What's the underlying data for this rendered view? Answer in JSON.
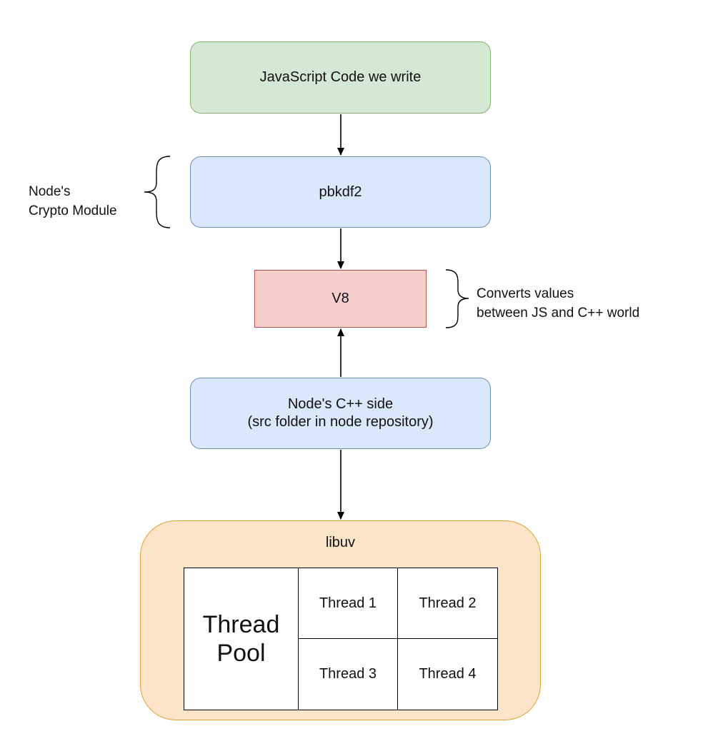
{
  "nodes": {
    "js_code": "JavaScript Code we write",
    "pbkdf2": "pbkdf2",
    "v8": "V8",
    "cpp_side_line1": "Node's C++ side",
    "cpp_side_line2": "(src folder in node repository)",
    "libuv": "libuv"
  },
  "thread_pool": {
    "label": "Thread\nPool",
    "threads": [
      "Thread 1",
      "Thread 2",
      "Thread 3",
      "Thread 4"
    ]
  },
  "annotations": {
    "crypto_line1": "Node's",
    "crypto_line2": "Crypto Module",
    "v8_line1": "Converts values",
    "v8_line2": "between JS and C++ world"
  },
  "colors": {
    "green_fill": "#d5e8d4",
    "blue_fill": "#dae8fc",
    "red_fill": "#f8cecc",
    "orange_fill": "#fce4c8"
  }
}
